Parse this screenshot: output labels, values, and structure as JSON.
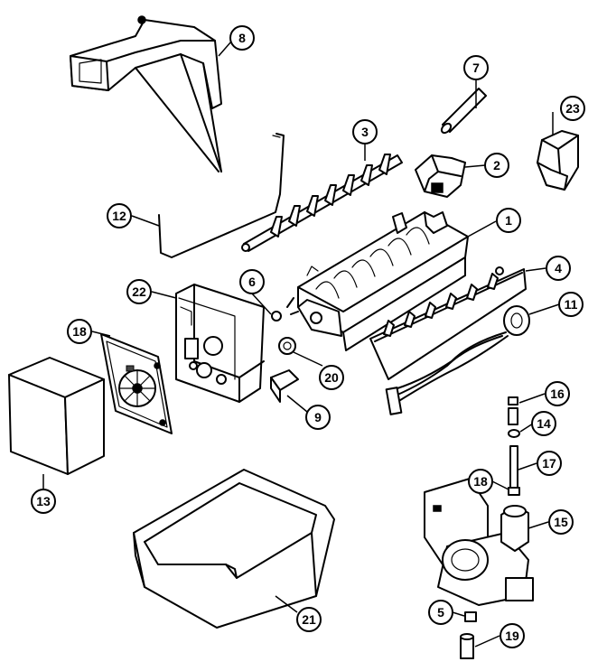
{
  "parts": [
    {
      "id": "p1",
      "label": "1"
    },
    {
      "id": "p2",
      "label": "2"
    },
    {
      "id": "p3",
      "label": "3"
    },
    {
      "id": "p4",
      "label": "4"
    },
    {
      "id": "p5",
      "label": "5"
    },
    {
      "id": "p6",
      "label": "6"
    },
    {
      "id": "p7",
      "label": "7"
    },
    {
      "id": "p8",
      "label": "8"
    },
    {
      "id": "p9",
      "label": "9"
    },
    {
      "id": "p11",
      "label": "11"
    },
    {
      "id": "p12",
      "label": "12"
    },
    {
      "id": "p13",
      "label": "13"
    },
    {
      "id": "p14",
      "label": "14"
    },
    {
      "id": "p15",
      "label": "15"
    },
    {
      "id": "p16",
      "label": "16"
    },
    {
      "id": "p17",
      "label": "17"
    },
    {
      "id": "p18",
      "label": "18"
    },
    {
      "id": "p19",
      "label": "19"
    },
    {
      "id": "p20",
      "label": "20"
    },
    {
      "id": "p21",
      "label": "21"
    },
    {
      "id": "p22",
      "label": "22"
    },
    {
      "id": "p23",
      "label": "23"
    }
  ]
}
